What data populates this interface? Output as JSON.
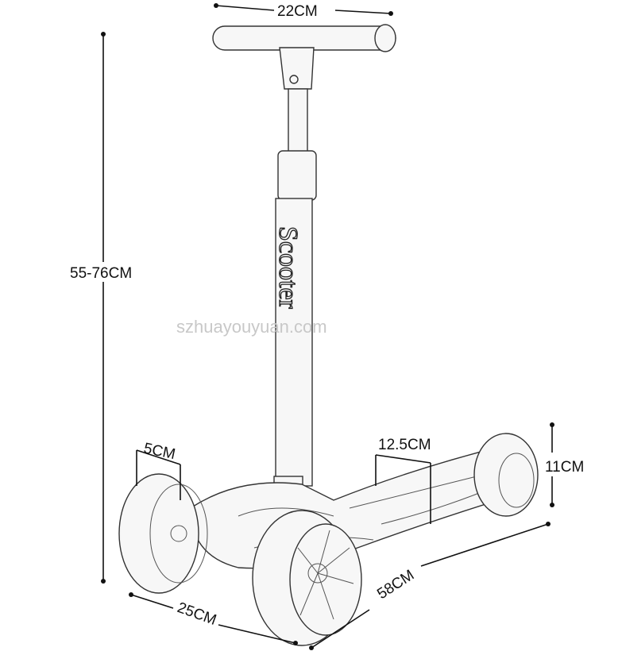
{
  "dimensions": {
    "handlebar_width": "22CM",
    "height_range": "55-76CM",
    "wheel_width": "5CM",
    "deck_width": "12.5CM",
    "rear_wheel_height": "11CM",
    "front_axle_width": "25CM",
    "length": "58CM"
  },
  "stem_text": "Scooter",
  "watermark": "szhuayouyuan.com"
}
